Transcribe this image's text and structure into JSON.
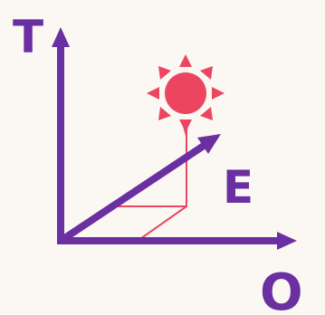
{
  "labels": {
    "t": "T",
    "e": "E",
    "o": "O"
  },
  "colors": {
    "background": "#fbf8f3",
    "axis": "#6a2fa0",
    "sun": "#ec4561",
    "guide": "#ec4561"
  },
  "icons": {
    "sun": "sun-icon"
  }
}
